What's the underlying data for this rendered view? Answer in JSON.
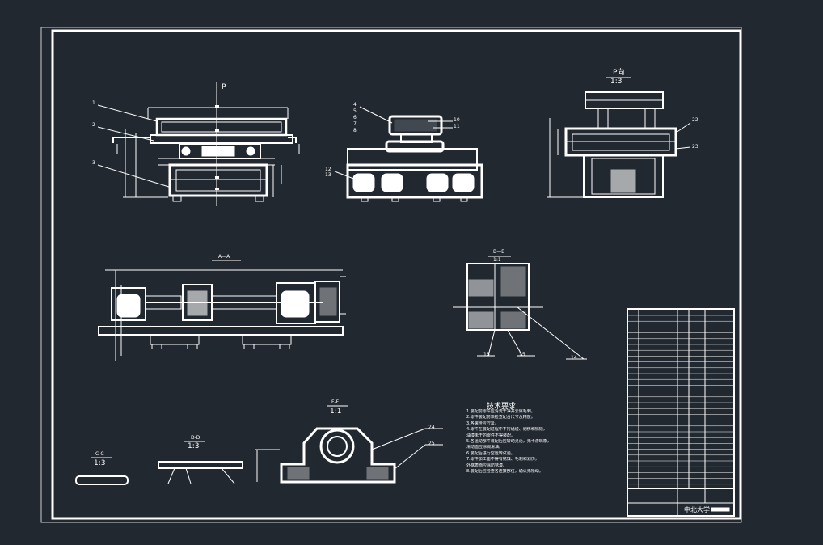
{
  "drawing": {
    "colors": {
      "background": "#212830",
      "line": "#ffffff",
      "frame": "#d9d9d9"
    },
    "views": {
      "front": {
        "direction_label": "P"
      },
      "p_view": {
        "title": "P向",
        "scale": "1:3"
      },
      "a_a": {
        "title": "A—A"
      },
      "b_b": {
        "title": "B—B",
        "scale": "1:1"
      },
      "c_c": {
        "title": "C-C",
        "scale": "1:3"
      },
      "d_d": {
        "title": "D-D",
        "scale": "1:3"
      },
      "f_f": {
        "title": "F-F",
        "scale": "1:1"
      }
    },
    "part_numbers": {
      "front": [
        "1",
        "2",
        "3"
      ],
      "side": [
        "4",
        "5",
        "6",
        "7",
        "8",
        "10",
        "11",
        "12",
        "13"
      ],
      "p_view": [
        "22",
        "23"
      ],
      "f_f": [
        "24",
        "25"
      ],
      "b_b": [
        "16",
        "15",
        "14"
      ]
    },
    "technical_requirements": {
      "title": "技术要求",
      "items": [
        "1.装配前零件应清洗干净并去除毛刺。",
        "2.零件装配前须检查配合尺寸及精度。",
        "3.各螺栓应拧紧。",
        "4.零件在装配过程中不得磕碰、划伤和锈蚀，",
        "  油漆未干的零件不得装配。",
        "5.各运动部件装配后应转动灵活，无卡滞现象，",
        "  滑动面应涂润滑油。",
        "6.装配后进行空运转试验。",
        "7.零件加工面不得有锈蚀、毛刺和划伤，",
        "  外露表面应涂防锈漆。",
        "8.装配后应检查各连接部位，确认无松动。"
      ]
    },
    "title_block": {
      "school": "中北大学"
    }
  }
}
